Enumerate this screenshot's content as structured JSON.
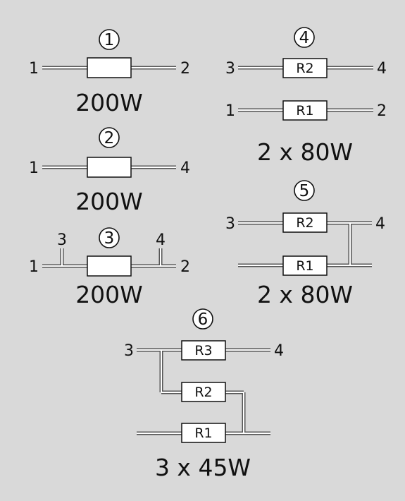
{
  "diagrams": [
    {
      "number": "1",
      "terminals": {
        "left": "1",
        "right": "2"
      },
      "power": "200W"
    },
    {
      "number": "2",
      "terminals": {
        "left": "1",
        "right": "4"
      },
      "power": "200W"
    },
    {
      "number": "3",
      "terminals": {
        "left": "1",
        "right": "2",
        "top_left": "3",
        "top_right": "4"
      },
      "power": "200W"
    },
    {
      "number": "4",
      "resistors": [
        {
          "label": "R2",
          "left": "3",
          "right": "4"
        },
        {
          "label": "R1",
          "left": "1",
          "right": "2"
        }
      ],
      "power": "2 x 80W"
    },
    {
      "number": "5",
      "resistors": [
        {
          "label": "R2",
          "left": "3",
          "right": "4"
        },
        {
          "label": "R1"
        }
      ],
      "power": "2 x 80W"
    },
    {
      "number": "6",
      "resistors": [
        {
          "label": "R3",
          "left": "3",
          "right": "4"
        },
        {
          "label": "R2"
        },
        {
          "label": "R1"
        }
      ],
      "power": "3 x 45W"
    }
  ],
  "colors": {
    "background": "#d9d9d9",
    "wire_outline": "#555555",
    "wire_fill": "#ffffff",
    "resistor_fill": "#ffffff",
    "text": "#111111"
  }
}
